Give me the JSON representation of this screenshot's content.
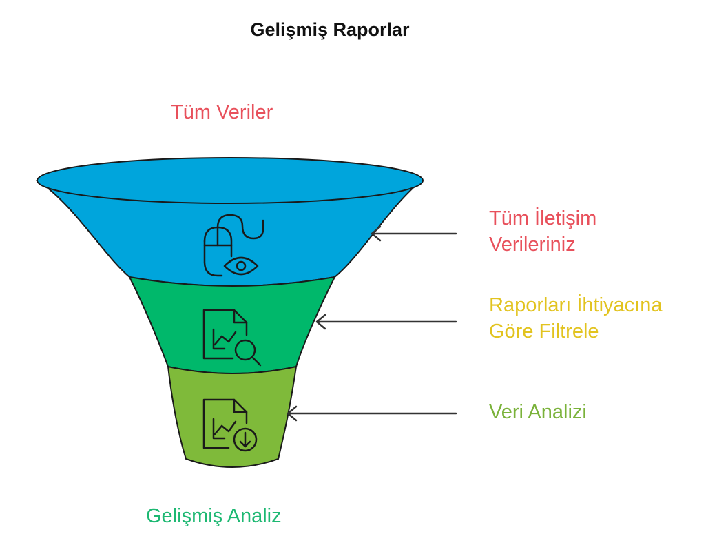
{
  "title": "Gelişmiş Raporlar",
  "top_label": "Tüm Veriler",
  "bottom_label": "Gelişmiş Analiz",
  "stages": [
    {
      "lines": [
        "Tüm İletişim",
        "Verileriniz"
      ],
      "icon": "mouse-eye-icon",
      "fill": "#00a5dc",
      "text_color": "#e8505b"
    },
    {
      "lines": [
        "Raporları İhtiyacına",
        "Göre Filtrele"
      ],
      "icon": "report-search-icon",
      "fill": "#00b86b",
      "text_color": "#e2c31f"
    },
    {
      "lines": [
        "Veri Analizi"
      ],
      "icon": "report-download-icon",
      "fill": "#7fba3a",
      "text_color": "#7ab23a"
    }
  ],
  "colors": {
    "top_label": "#e8505b",
    "bottom_label": "#1db872",
    "outline": "#1a1a1a",
    "arrow": "#333333"
  }
}
